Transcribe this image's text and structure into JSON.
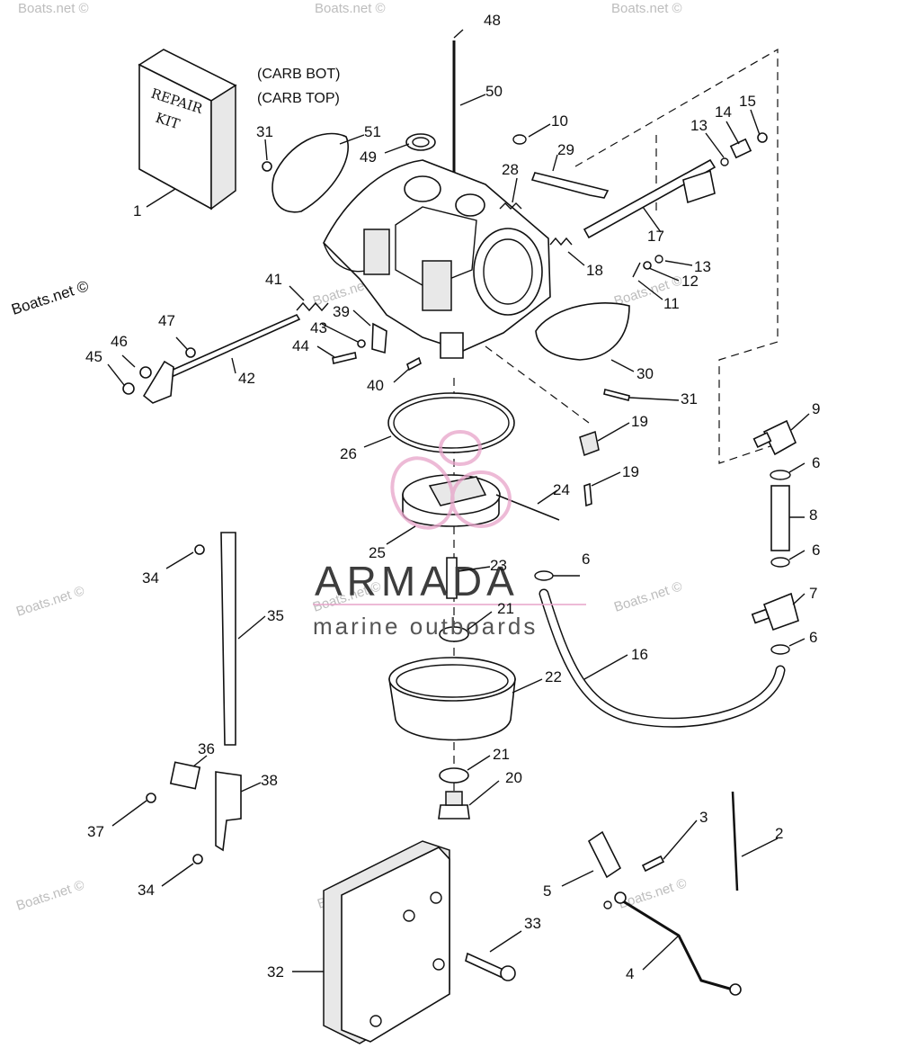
{
  "notes": {
    "carb_bot": "(CARB BOT)",
    "carb_top": "(CARB TOP)"
  },
  "repair_kit": {
    "line1": "REPAIR",
    "line2": "KIT"
  },
  "brand": {
    "name": "ARMADA",
    "tagline": "marine outboards",
    "color": "#e7a3c9"
  },
  "watermark": "Boats.net ©",
  "callouts": [
    "1",
    "2",
    "3",
    "4",
    "5",
    "6",
    "6",
    "6",
    "6",
    "7",
    "8",
    "9",
    "11",
    "12",
    "13",
    "13",
    "14",
    "15",
    "16",
    "17",
    "18",
    "19",
    "19",
    "20",
    "21",
    "21",
    "22",
    "23",
    "24",
    "25",
    "26",
    "28",
    "29",
    "30",
    "31",
    "31",
    "32",
    "33",
    "34",
    "34",
    "35",
    "36",
    "37",
    "38",
    "39",
    "40",
    "41",
    "42",
    "43",
    "44",
    "45",
    "46",
    "47",
    "48",
    "49",
    "50",
    "51",
    "10"
  ]
}
